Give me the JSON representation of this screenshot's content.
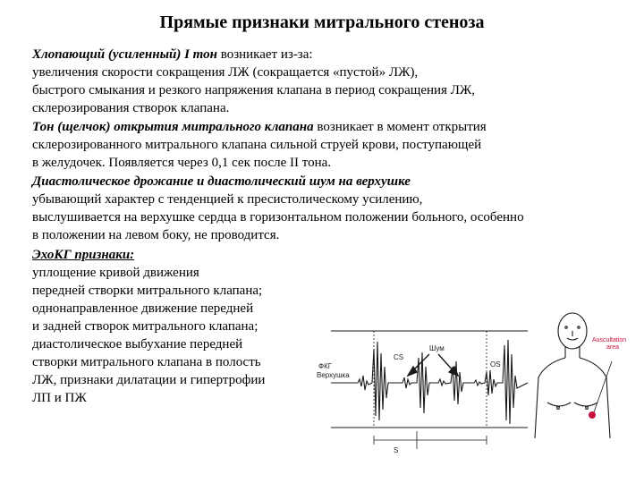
{
  "slide": {
    "title": "Прямые признаки митрального стеноза",
    "para1": {
      "heading": "Хлопающий (усиленный) I тон",
      "heading_rest": " возникает из-за:",
      "lines": [
        "увеличения скорости сокращения ЛЖ (сокращается «пустой» ЛЖ),",
        "быстрого смыкания и резкого напряжения клапана в период сокращения ЛЖ,",
        "склерозирования створок клапана."
      ]
    },
    "para2": {
      "heading": "Тон (щелчок) открытия митрального клапана",
      "heading_rest": " возникает в момент открытия",
      "lines": [
        "склерозированного митрального клапана сильной струей крови, поступающей",
        "в желудочек. Появляется через 0,1 сек после II тона."
      ]
    },
    "para3": {
      "heading": "Диастолическое дрожание и диастолический шум на верхушке",
      "lines": [
        "убывающий характер с тенденцией к пресистолическому усилению,",
        "выслушивается на верхушке сердца в горизонтальном положении больного, особенно",
        "в положении на левом боку, не проводится."
      ]
    },
    "para4": {
      "heading": "ЭхоКГ признаки:",
      "lines": [
        "уплощение кривой движения",
        "передней створки митрального клапана;",
        " однонаправленное движение передней",
        "и задней створок митрального клапана;",
        " диастолическое выбухание передней",
        "створки митрального клапана в полость",
        "ЛЖ, признаки дилатации и гипертрофии",
        " ЛП и ПЖ"
      ]
    }
  },
  "figure": {
    "labels": {
      "fkg": "ФКГ",
      "apex": "Верхушка",
      "cs": "CS",
      "noise": "Шум",
      "os": "OS",
      "interval": "S",
      "auscultation": "Auscultation",
      "auscultation_2": "area"
    },
    "colors": {
      "trace": "#1a1a1a",
      "accent": "#c8103c"
    }
  }
}
